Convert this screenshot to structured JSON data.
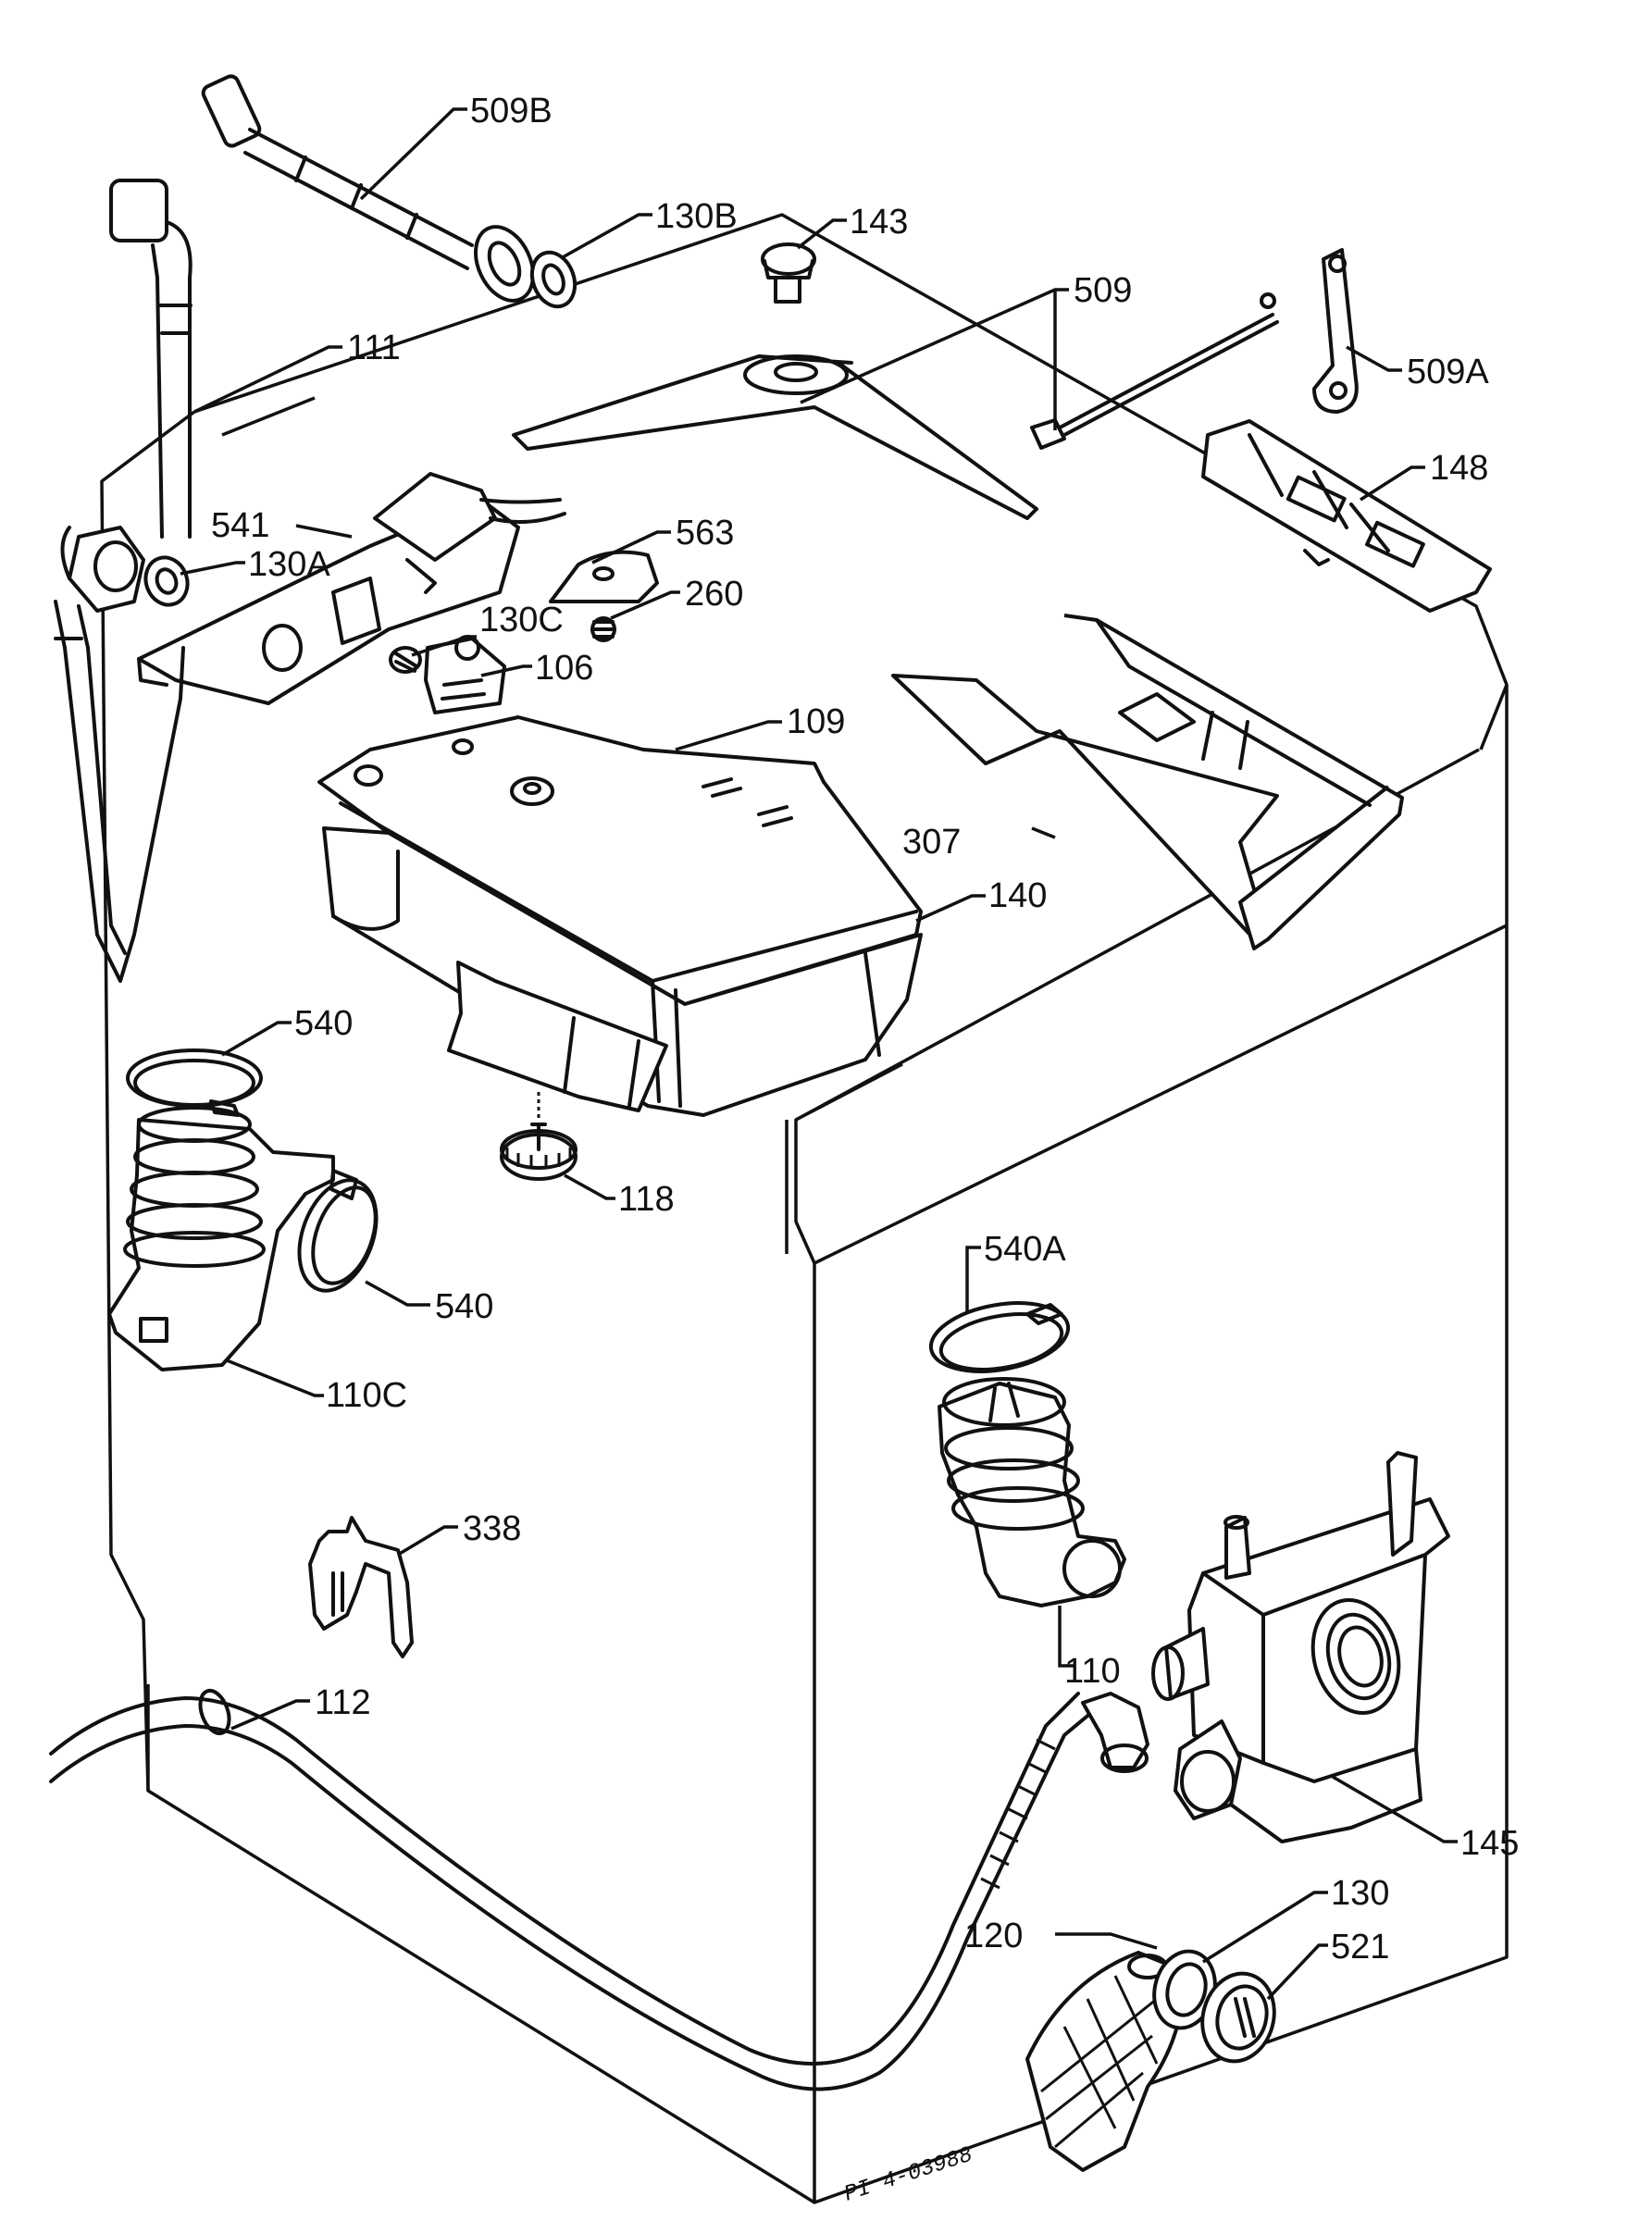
{
  "labels": {
    "p509b": "509B",
    "p130b": "130B",
    "p143": "143",
    "p509": "509",
    "p111": "111",
    "p509a": "509A",
    "p148": "148",
    "p541": "541",
    "p130a": "130A",
    "p563": "563",
    "p260": "260",
    "p130c": "130C",
    "p106": "106",
    "p109": "109",
    "p307": "307",
    "p140": "140",
    "p540_top": "540",
    "p118": "118",
    "p540a": "540A",
    "p540_side": "540",
    "p110c": "110C",
    "p338": "338",
    "p110": "110",
    "p112": "112",
    "p145": "145",
    "p130": "130",
    "p120": "120",
    "p521": "521"
  },
  "stamp": "PI 4-03988"
}
